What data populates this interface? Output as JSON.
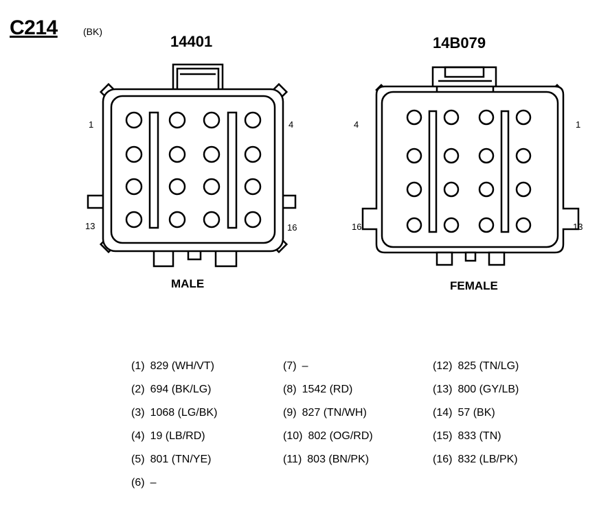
{
  "connector": {
    "id": "C214",
    "color": "(BK)"
  },
  "male": {
    "part_number": "14401",
    "label": "MALE",
    "pin_labels": {
      "top_left": "1",
      "top_right": "4",
      "bottom_left": "13",
      "bottom_right": "16"
    }
  },
  "female": {
    "part_number": "14B079",
    "label": "FEMALE",
    "pin_labels": {
      "top_left": "4",
      "top_right": "1",
      "bottom_left": "16",
      "bottom_right": "13"
    }
  },
  "pins": [
    {
      "num": "(1)",
      "desc": "829 (WH/VT)"
    },
    {
      "num": "(2)",
      "desc": "694 (BK/LG)"
    },
    {
      "num": "(3)",
      "desc": "1068 (LG/BK)"
    },
    {
      "num": "(4)",
      "desc": "19 (LB/RD)"
    },
    {
      "num": "(5)",
      "desc": "801 (TN/YE)"
    },
    {
      "num": "(6)",
      "desc": "–"
    },
    {
      "num": "(7)",
      "desc": "–"
    },
    {
      "num": "(8)",
      "desc": "1542 (RD)"
    },
    {
      "num": "(9)",
      "desc": "827 (TN/WH)"
    },
    {
      "num": "(10)",
      "desc": "802 (OG/RD)"
    },
    {
      "num": "(11)",
      "desc": "803 (BN/PK)"
    },
    {
      "num": "(12)",
      "desc": "825 (TN/LG)"
    },
    {
      "num": "(13)",
      "desc": "800 (GY/LB)"
    },
    {
      "num": "(14)",
      "desc": "57 (BK)"
    },
    {
      "num": "(15)",
      "desc": "833 (TN)"
    },
    {
      "num": "(16)",
      "desc": "832 (LB/PK)"
    }
  ]
}
